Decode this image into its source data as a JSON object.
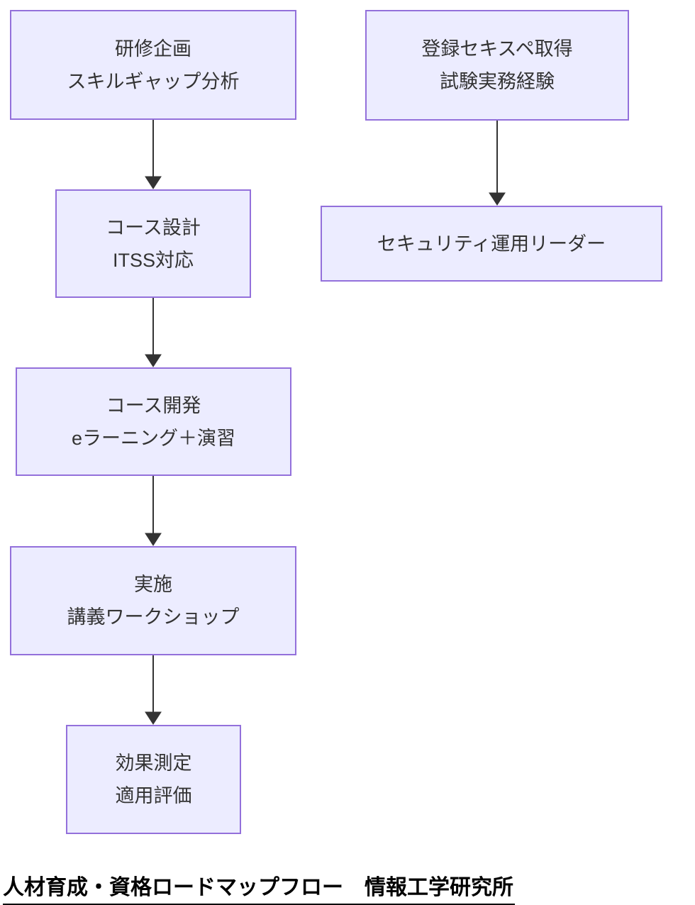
{
  "diagram": {
    "type": "flowchart",
    "title": "人材育成・資格ロードマップフロー　情報工学研究所",
    "nodes": {
      "plan": {
        "line1": "研修企画",
        "line2": "スキルギャップ分析"
      },
      "design": {
        "line1": "コース設計",
        "line2": "ITSS対応"
      },
      "develop": {
        "line1": "コース開発",
        "line2": "eラーニング＋演習"
      },
      "implement": {
        "line1": "実施",
        "line2": "講義ワークショップ"
      },
      "evaluate": {
        "line1": "効果測定",
        "line2": "適用評価"
      },
      "cert": {
        "line1": "登録セキスペ取得",
        "line2": "試験実務経験"
      },
      "leader": {
        "line1": "セキュリティ運用リーダー"
      }
    },
    "edges": [
      {
        "from": "plan",
        "to": "design"
      },
      {
        "from": "design",
        "to": "develop"
      },
      {
        "from": "develop",
        "to": "implement"
      },
      {
        "from": "implement",
        "to": "evaluate"
      },
      {
        "from": "cert",
        "to": "leader"
      }
    ],
    "colors": {
      "node_fill": "#ECECFF",
      "node_border": "#9370DB",
      "node_text": "#333333",
      "arrow": "#333333",
      "title_text": "#000000"
    }
  }
}
